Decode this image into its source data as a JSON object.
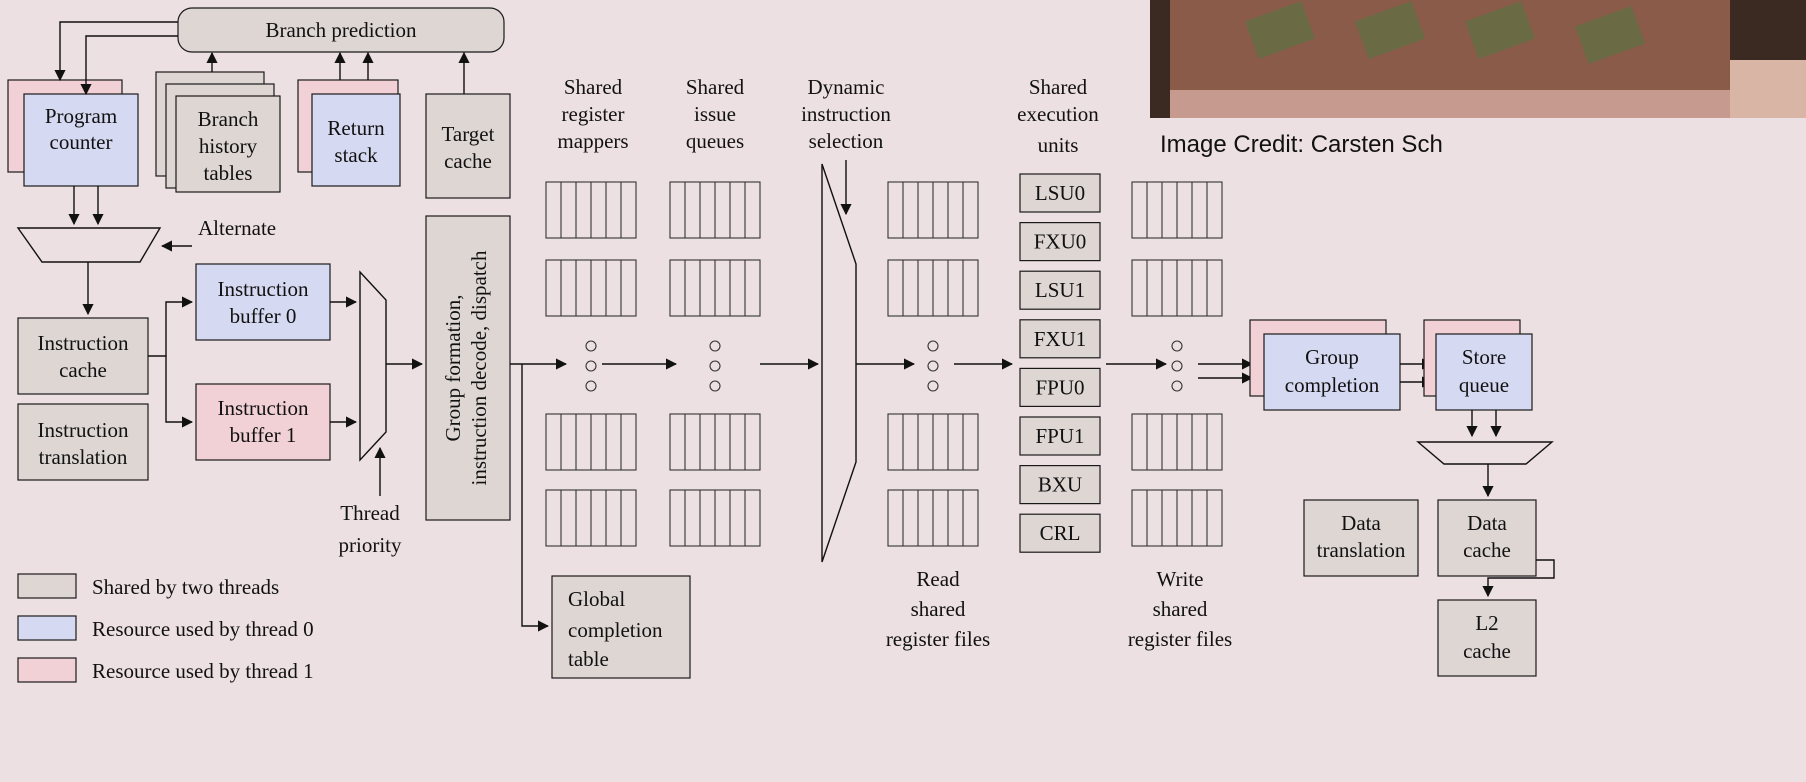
{
  "credit": "Image Credit: Carsten Sch",
  "blocks": {
    "branch_prediction": "Branch prediction",
    "program_counter": [
      "Program",
      "counter"
    ],
    "branch_history_tables": [
      "Branch",
      "history",
      "tables"
    ],
    "return_stack": [
      "Return",
      "stack"
    ],
    "target_cache": [
      "Target",
      "cache"
    ],
    "alternate": "Alternate",
    "instruction_cache": [
      "Instruction",
      "cache"
    ],
    "instruction_translation": [
      "Instruction",
      "translation"
    ],
    "instruction_buffer_0": [
      "Instruction",
      "buffer 0"
    ],
    "instruction_buffer_1": [
      "Instruction",
      "buffer 1"
    ],
    "thread_priority": [
      "Thread",
      "priority"
    ],
    "group_formation": [
      "Group formation,",
      "instruction decode, dispatch"
    ],
    "global_completion_table": [
      "Global",
      "completion",
      "table"
    ],
    "group_completion": [
      "Group",
      "completion"
    ],
    "store_queue": [
      "Store",
      "queue"
    ],
    "data_translation": [
      "Data",
      "translation"
    ],
    "data_cache": [
      "Data",
      "cache"
    ],
    "l2_cache": [
      "L2",
      "cache"
    ]
  },
  "headings": {
    "shared_register_mappers": [
      "Shared",
      "register",
      "mappers"
    ],
    "shared_issue_queues": [
      "Shared",
      "issue",
      "queues"
    ],
    "dynamic_instruction_selection": [
      "Dynamic",
      "instruction",
      "selection"
    ],
    "shared_execution_units": [
      "Shared",
      "execution",
      "units"
    ],
    "read_shared_register_files": [
      "Read",
      "shared",
      "register files"
    ],
    "write_shared_register_files": [
      "Write",
      "shared",
      "register files"
    ]
  },
  "execution_units": [
    "LSU0",
    "FXU0",
    "LSU1",
    "FXU1",
    "FPU0",
    "FPU1",
    "BXU",
    "CRL"
  ],
  "legend": [
    {
      "label": "Shared by two threads",
      "color": "#ddd6d3"
    },
    {
      "label": "Resource used by thread 0",
      "color": "#d6d9f2"
    },
    {
      "label": "Resource used by thread 1",
      "color": "#f2d1d6"
    }
  ]
}
